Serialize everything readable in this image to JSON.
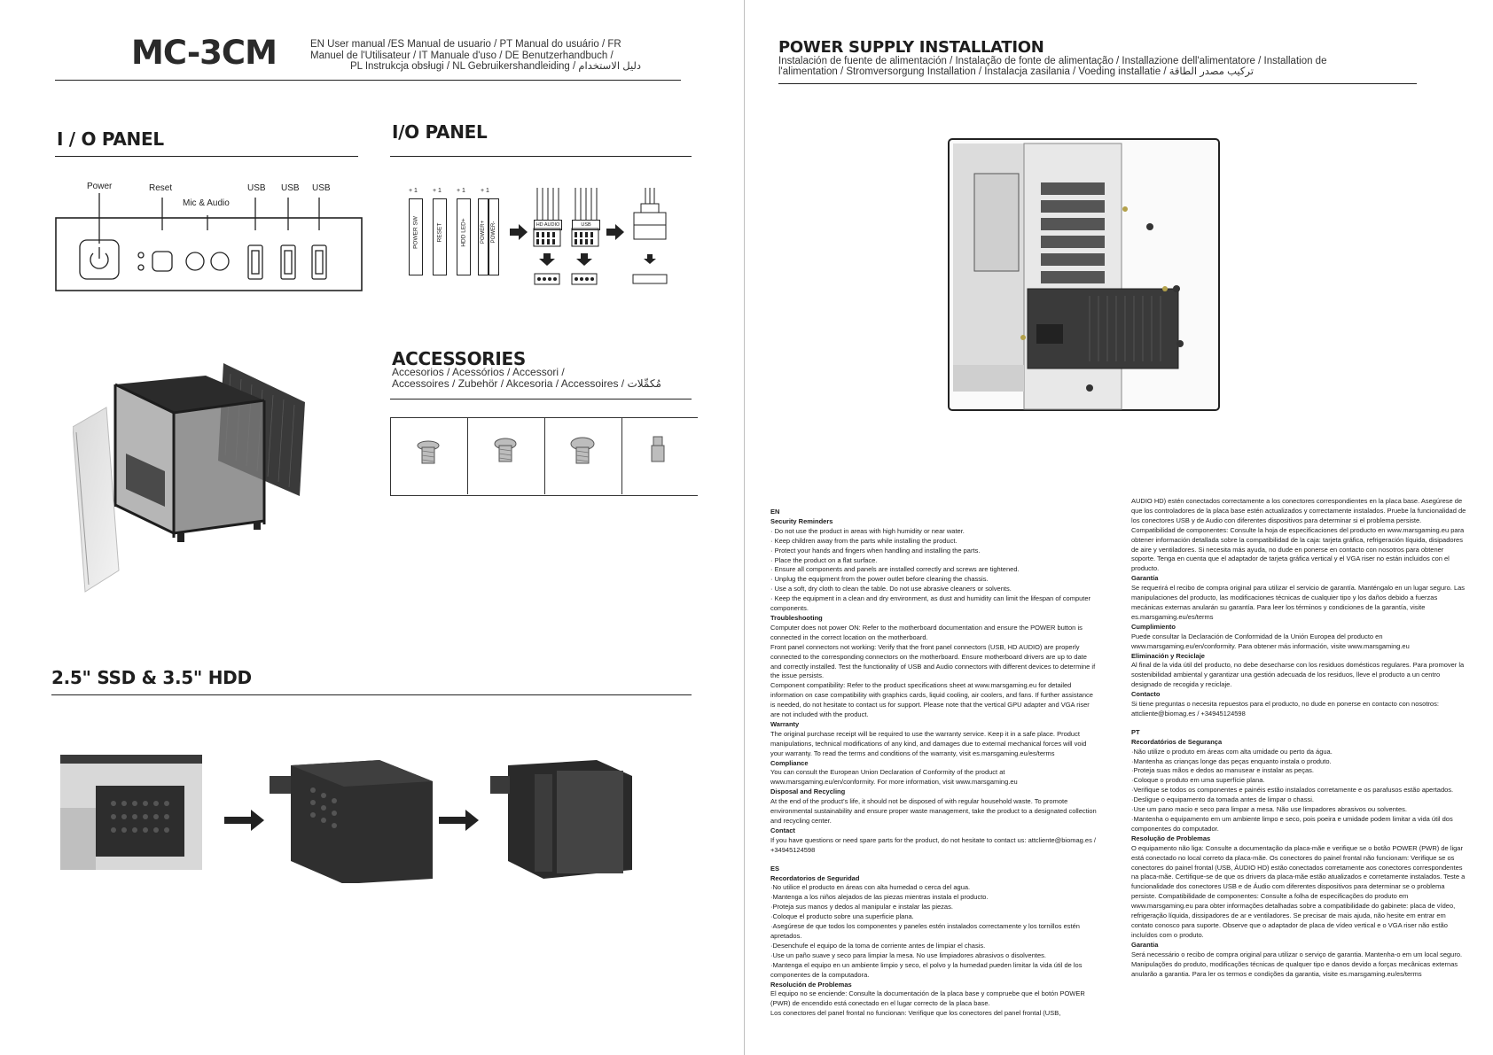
{
  "header": {
    "model": "MC-3CM",
    "manual_line1": "EN User manual /ES Manual de usuario / PT Manual do usuário / FR",
    "manual_line2": "Manuel de l'Utilisateur / IT Manuale d'uso / DE Benutzerhandbuch /",
    "manual_line3": "PL Instrukcja obsługi / NL Gebruikershandleiding / دليل الاستخدام"
  },
  "io_front": {
    "title": "I / O PANEL",
    "labels": {
      "power": "Power",
      "reset": "Reset",
      "mic_audio": "Mic & Audio",
      "usb1": "USB",
      "usb2": "USB",
      "usb3": "USB"
    }
  },
  "io_connectors": {
    "title": "I/O PANEL",
    "pins": [
      "POWER SW",
      "RESET",
      "HDD LED+",
      "POWER+",
      "POWER-"
    ],
    "pin_marks": [
      "+ 1",
      "+ 1",
      "+ 1",
      "+ 1"
    ],
    "hd_audio": "HD AUDIO",
    "usb": "USB"
  },
  "accessories": {
    "title": "ACCESSORIES",
    "sub1": "Accesorios / Acessórios / Accessori /",
    "sub2": "Accessoires / Zubehör / Akcesoria / Accessoires / مُكمِّلات"
  },
  "drives": {
    "title": "2.5\" SSD & 3.5\" HDD"
  },
  "psu": {
    "title": "POWER SUPPLY INSTALLATION",
    "sub1": "Instalación de fuente de alimentación / Instalação de fonte de alimentação / Installazione dell'alimentatore / Installation de",
    "sub2": "l'alimentation / Stromversorgung Installation / Instalacja zasilania / Voeding installatie / تركيب مصدر الطاقة"
  },
  "text_left": [
    {
      "t": "b",
      "v": "EN"
    },
    {
      "t": "b",
      "v": "Security Reminders"
    },
    {
      "t": "p",
      "v": "· Do not use the product in areas with high humidity or near water."
    },
    {
      "t": "p",
      "v": "· Keep children away from the parts while installing the product."
    },
    {
      "t": "p",
      "v": "· Protect your hands and fingers when handling and installing the parts."
    },
    {
      "t": "p",
      "v": "· Place the product on a flat surface."
    },
    {
      "t": "p",
      "v": "· Ensure all components and panels are installed correctly and screws are tightened."
    },
    {
      "t": "p",
      "v": "· Unplug the equipment from the power outlet before cleaning the chassis."
    },
    {
      "t": "p",
      "v": "· Use a soft, dry cloth to clean the table. Do not use abrasive cleaners or solvents."
    },
    {
      "t": "p",
      "v": "· Keep the equipment in a clean and dry environment, as dust and humidity can limit the lifespan of computer components."
    },
    {
      "t": "b",
      "v": "Troubleshooting"
    },
    {
      "t": "p",
      "v": "Computer does not power ON: Refer to the motherboard documentation and ensure the POWER button is connected in the correct location on the motherboard."
    },
    {
      "t": "p",
      "v": "Front panel connectors not working: Verify that the front panel connectors (USB, HD AUDIO) are properly connected to the corresponding connectors on the motherboard. Ensure motherboard drivers are up to date and correctly installed. Test the functionality of USB and Audio connectors with different devices to determine if the issue persists."
    },
    {
      "t": "p",
      "v": "Component compatibility: Refer to the product specifications sheet at www.marsgaming.eu for detailed information on case compatibility with graphics cards, liquid cooling, air coolers, and fans. If further assistance is needed, do not hesitate to contact us for support. Please note that the vertical GPU adapter and VGA riser are not included with the product."
    },
    {
      "t": "b",
      "v": "Warranty"
    },
    {
      "t": "p",
      "v": "The original purchase receipt will be required to use the warranty service. Keep it in a safe place. Product manipulations, technical modifications of any kind, and damages due to external mechanical forces will void your warranty. To read the terms and conditions of the warranty, visit es.marsgaming.eu/es/terms"
    },
    {
      "t": "b",
      "v": "Compliance"
    },
    {
      "t": "p",
      "v": "You can consult the European Union Declaration of Conformity of the product at www.marsgaming.eu/en/conformity. For more information, visit www.marsgaming.eu"
    },
    {
      "t": "b",
      "v": "Disposal and Recycling"
    },
    {
      "t": "p",
      "v": "At the end of the product's life, it should not be disposed of with regular household waste. To promote environmental sustainability and ensure proper waste management, take the product to a designated collection and recycling center."
    },
    {
      "t": "b",
      "v": "Contact"
    },
    {
      "t": "p",
      "v": "If you have questions or need spare parts for the product, do not hesitate to contact us: attcliente@biomag.es / +34945124598"
    },
    {
      "t": "s",
      "v": ""
    },
    {
      "t": "b",
      "v": "ES"
    },
    {
      "t": "b",
      "v": "Recordatorios de Seguridad"
    },
    {
      "t": "p",
      "v": "·No utilice el producto en áreas con alta humedad o cerca del agua."
    },
    {
      "t": "p",
      "v": "·Mantenga a los niños alejados de las piezas mientras instala el producto."
    },
    {
      "t": "p",
      "v": "·Proteja sus manos y dedos al manipular e instalar las piezas."
    },
    {
      "t": "p",
      "v": "·Coloque el producto sobre una superficie plana."
    },
    {
      "t": "p",
      "v": "·Asegúrese de que todos los componentes y paneles estén instalados correctamente y los tornillos estén apretados."
    },
    {
      "t": "p",
      "v": "·Desenchufe el equipo de la toma de corriente antes de limpiar el chasis."
    },
    {
      "t": "p",
      "v": "·Use un paño suave y seco para limpiar la mesa. No use limpiadores abrasivos o disolventes."
    },
    {
      "t": "p",
      "v": "·Mantenga el equipo en un ambiente limpio y seco, el polvo y la humedad pueden limitar la vida útil de los componentes de la computadora."
    },
    {
      "t": "b",
      "v": "Resolución de Problemas"
    },
    {
      "t": "p",
      "v": "El equipo no se enciende: Consulte la documentación de la placa base y compruebe que el botón POWER (PWR) de encendido está conectado en el lugar correcto de la placa base."
    },
    {
      "t": "p",
      "v": "Los conectores del panel frontal no funcionan: Verifique que los conectores del panel frontal (USB,"
    }
  ],
  "text_right": [
    {
      "t": "p",
      "v": "AUDIO HD) estén conectados correctamente a los conectores correspondientes en la placa base. Asegúrese de que los controladores de la placa base estén actualizados y correctamente instalados. Pruebe la funcionalidad de los conectores USB y de Audio con diferentes dispositivos para determinar si el problema persiste."
    },
    {
      "t": "p",
      "v": "Compatibilidad de componentes: Consulte la hoja de especificaciones del producto en www.marsgaming.eu para obtener información detallada sobre la compatibilidad de la caja: tarjeta gráfica, refrigeración líquida, disipadores de aire y ventiladores. Si necesita más ayuda, no dude en ponerse en contacto con nosotros para obtener soporte. Tenga en cuenta que el adaptador de tarjeta gráfica vertical y el VGA riser no están incluidos con el producto."
    },
    {
      "t": "b",
      "v": "Garantía"
    },
    {
      "t": "p",
      "v": "Se requerirá el recibo de compra original para utilizar el servicio de garantía. Manténgalo en un lugar seguro. Las manipulaciones del producto, las modificaciones técnicas de cualquier tipo y los daños debido a fuerzas mecánicas externas anularán su garantía. Para leer los términos y condiciones de la garantía, visite es.marsgaming.eu/es/terms"
    },
    {
      "t": "b",
      "v": "Cumplimiento"
    },
    {
      "t": "p",
      "v": "Puede consultar la Declaración de Conformidad de la Unión Europea del producto en www.marsgaming.eu/en/conformity. Para obtener más información, visite www.marsgaming.eu"
    },
    {
      "t": "b",
      "v": "Eliminación y Reciclaje"
    },
    {
      "t": "p",
      "v": "Al final de la vida útil del producto, no debe desecharse con los residuos domésticos regulares. Para promover la sostenibilidad ambiental y garantizar una gestión adecuada de los residuos, lleve el producto a un centro designado de recogida y reciclaje."
    },
    {
      "t": "b",
      "v": "Contacto"
    },
    {
      "t": "p",
      "v": "Si tiene preguntas o necesita repuestos para el producto, no dude en ponerse en contacto con nosotros: attcliente@biomag.es / +34945124598"
    },
    {
      "t": "s",
      "v": ""
    },
    {
      "t": "b",
      "v": "PT"
    },
    {
      "t": "b",
      "v": "Recordatórios de Segurança"
    },
    {
      "t": "p",
      "v": "·Não utilize o produto em áreas com alta umidade ou perto da água."
    },
    {
      "t": "p",
      "v": "·Mantenha as crianças longe das peças enquanto instala o produto."
    },
    {
      "t": "p",
      "v": "·Proteja suas mãos e dedos ao manusear e instalar as peças."
    },
    {
      "t": "p",
      "v": "·Coloque o produto em uma superfície plana."
    },
    {
      "t": "p",
      "v": "·Verifique se todos os componentes e painéis estão instalados corretamente e os parafusos estão apertados."
    },
    {
      "t": "p",
      "v": "·Desligue o equipamento da tomada antes de limpar o chassi."
    },
    {
      "t": "p",
      "v": "·Use um pano macio e seco para limpar a mesa. Não use limpadores abrasivos ou solventes."
    },
    {
      "t": "p",
      "v": "·Mantenha o equipamento em um ambiente limpo e seco, pois poeira e umidade podem limitar a vida útil dos componentes do computador."
    },
    {
      "t": "b",
      "v": "Resolução de Problemas"
    },
    {
      "t": "p",
      "v": "O equipamento não liga: Consulte a documentação da placa-mãe e verifique se o botão POWER (PWR) de ligar está conectado no local correto da placa-mãe. Os conectores do painel frontal não funcionam: Verifique se os conectores do painel frontal (USB, ÁUDIO HD) estão conectados corretamente aos conectores correspondentes na placa-mãe. Certifique-se de que os drivers da placa-mãe estão atualizados e corretamente instalados. Teste a funcionalidade dos conectores USB e de Áudio com diferentes dispositivos para determinar se o problema persiste. Compatibilidade de componentes: Consulte a folha de especificações do produto em www.marsgaming.eu para obter informações detalhadas sobre a compatibilidade do gabinete: placa de vídeo, refrigeração líquida, dissipadores de ar e ventiladores. Se precisar de mais ajuda, não hesite em entrar em contato conosco para suporte. Observe que o adaptador de placa de vídeo vertical e o VGA riser não estão incluídos com o produto."
    },
    {
      "t": "b",
      "v": "Garantia"
    },
    {
      "t": "p",
      "v": "Será necessário o recibo de compra original para utilizar o serviço de garantia. Mantenha-o em um local seguro. Manipulações do produto, modificações técnicas de qualquer tipo e danos devido a forças mecânicas externas anularão a garantia. Para ler os termos e condições da garantia, visite es.marsgaming.eu/es/terms"
    }
  ]
}
